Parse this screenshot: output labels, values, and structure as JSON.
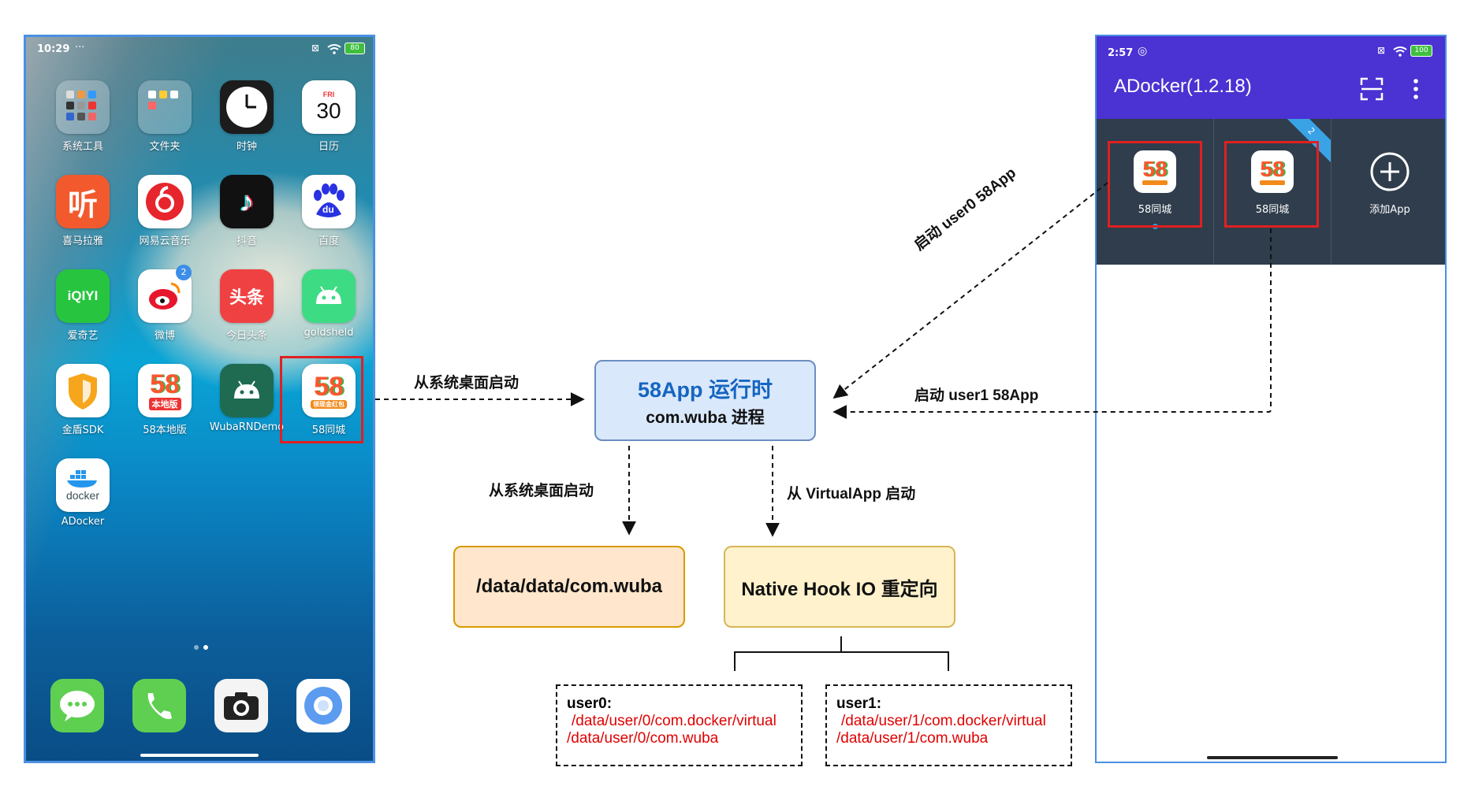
{
  "left_phone": {
    "time": "10:29",
    "status_dots": "···",
    "battery": "80",
    "apps": [
      {
        "label": "系统工具",
        "icon": "folder-icon"
      },
      {
        "label": "文件夹",
        "icon": "folder-icon"
      },
      {
        "label": "时钟",
        "icon": "clock-icon"
      },
      {
        "label": "日历",
        "icon": "calendar-icon",
        "day_name": "FRI",
        "day": "30"
      },
      {
        "label": "喜马拉雅",
        "icon": "ximalaya-icon",
        "glyph": "听"
      },
      {
        "label": "网易云音乐",
        "icon": "netease-music-icon"
      },
      {
        "label": "抖音",
        "icon": "tiktok-icon",
        "glyph": "♪"
      },
      {
        "label": "百度",
        "icon": "baidu-icon",
        "glyph": "du"
      },
      {
        "label": "爱奇艺",
        "icon": "iqiyi-icon",
        "glyph": "iQIYI"
      },
      {
        "label": "微博",
        "icon": "weibo-icon",
        "badge": "2"
      },
      {
        "label": "今日头条",
        "icon": "toutiao-icon",
        "glyph": "头条"
      },
      {
        "label": "goldsheld",
        "icon": "android-icon"
      },
      {
        "label": "金盾SDK",
        "icon": "shield-icon"
      },
      {
        "label": "58本地版",
        "icon": "58-local-icon",
        "glyph": "58",
        "sub": "本地版"
      },
      {
        "label": "WubaRNDemo",
        "icon": "android-icon"
      },
      {
        "label": "58同城",
        "icon": "58-icon",
        "glyph": "58",
        "sub": "领现金红包"
      },
      {
        "label": "ADocker",
        "icon": "docker-icon",
        "glyph": "docker"
      }
    ]
  },
  "right_phone": {
    "time": "2:57",
    "battery": "100",
    "title": "ADocker(1.2.18)",
    "ribbon": "2",
    "cells": [
      {
        "label": "58同城",
        "icon": "58-icon",
        "glyph": "58"
      },
      {
        "label": "58同城",
        "icon": "58-icon",
        "glyph": "58"
      },
      {
        "label": "添加App",
        "icon": "add-circle-icon"
      }
    ]
  },
  "diagram": {
    "edge_desktop": "从系统桌面启动",
    "edge_user0": "启动 user0 58App",
    "edge_user1": "启动 user1 58App",
    "edge_desktop_down": "从系统桌面启动",
    "edge_virtualapp": "从 VirtualApp 启动",
    "runtime_title": "58App 运行时",
    "runtime_sub": "com.wuba 进程",
    "data_path": "/data/data/com.wuba",
    "native_hook": "Native Hook IO 重定向",
    "user0_title": "user0:",
    "user0_path1": "/data/user/0/com.docker/virtual",
    "user0_path2": "/data/user/0/com.wuba",
    "user1_title": "user1:",
    "user1_path1": "/data/user/1/com.docker/virtual",
    "user1_path2": "/data/user/1/com.wuba"
  },
  "colors": {
    "frame": "#4a90e2",
    "highlight": "#e02020",
    "runtime_fill": "#dae8fc",
    "runtime_stroke": "#6c8ebf",
    "runtime_text": "#1565c0",
    "orange_fill": "#ffe6cc",
    "orange_stroke": "#d79b00",
    "yellow_fill": "#fff2cc",
    "yellow_stroke": "#d6b656",
    "appbar": "#4b32d2",
    "grid_bg": "#2f3d4c",
    "path_red": "#e00000"
  }
}
